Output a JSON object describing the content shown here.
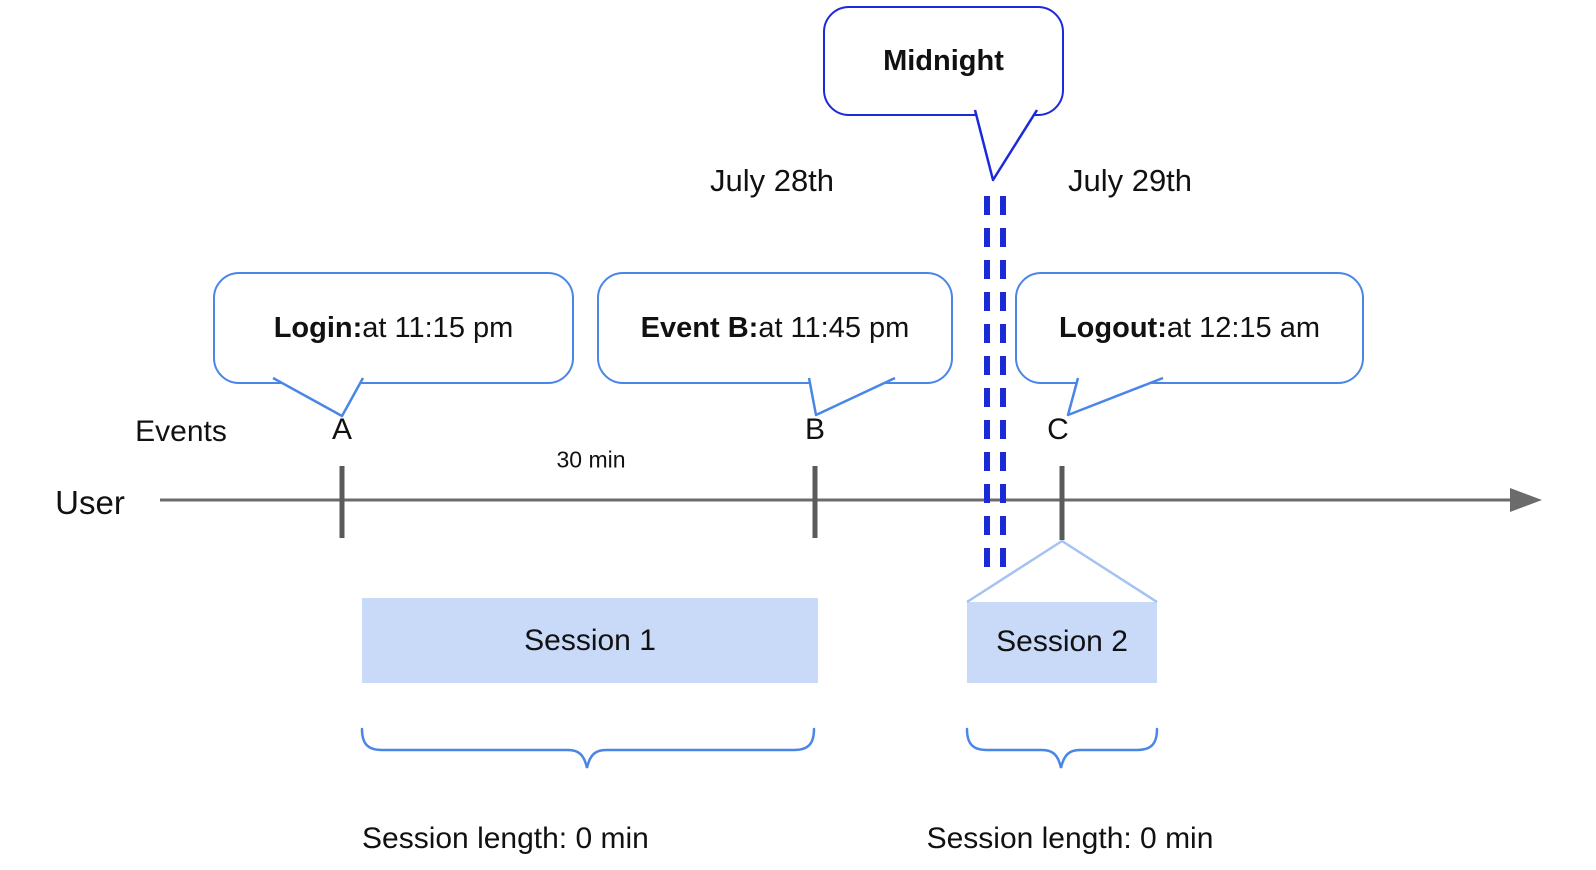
{
  "diagram": {
    "title_context": "User session timeline diagram",
    "dates": {
      "left": "July 28th",
      "right": "July 29th"
    },
    "midnight_callout": {
      "label": "Midnight"
    },
    "callouts": [
      {
        "id": "login",
        "label": "Login:",
        "text": " at 11:15 pm"
      },
      {
        "id": "event_b",
        "label": "Event B:",
        "text": " at 11:45 pm"
      },
      {
        "id": "logout",
        "label": "Logout:",
        "text": " at 12:15 am"
      }
    ],
    "axis": {
      "row_label": "User",
      "events_label": "Events",
      "interval_label": "30 min",
      "event_marks": [
        "A",
        "B",
        "C"
      ]
    },
    "sessions": [
      {
        "name": "Session 1",
        "length_label": "Session length: 0 min"
      },
      {
        "name": "Session 2",
        "length_label": "Session length: 0 min"
      }
    ],
    "colors": {
      "callout_border_blue": "#4a86e8",
      "midnight_blue": "#1b2ad9",
      "dashed_line_blue": "#1b2ad9",
      "session_fill": "#c9daf8",
      "session_roof_stroke": "#a4c2f4",
      "brace_blue": "#4a86e8",
      "axis_gray": "#6b6b6b",
      "tick_gray": "#5a5a5a",
      "text_black": "#111111"
    }
  }
}
